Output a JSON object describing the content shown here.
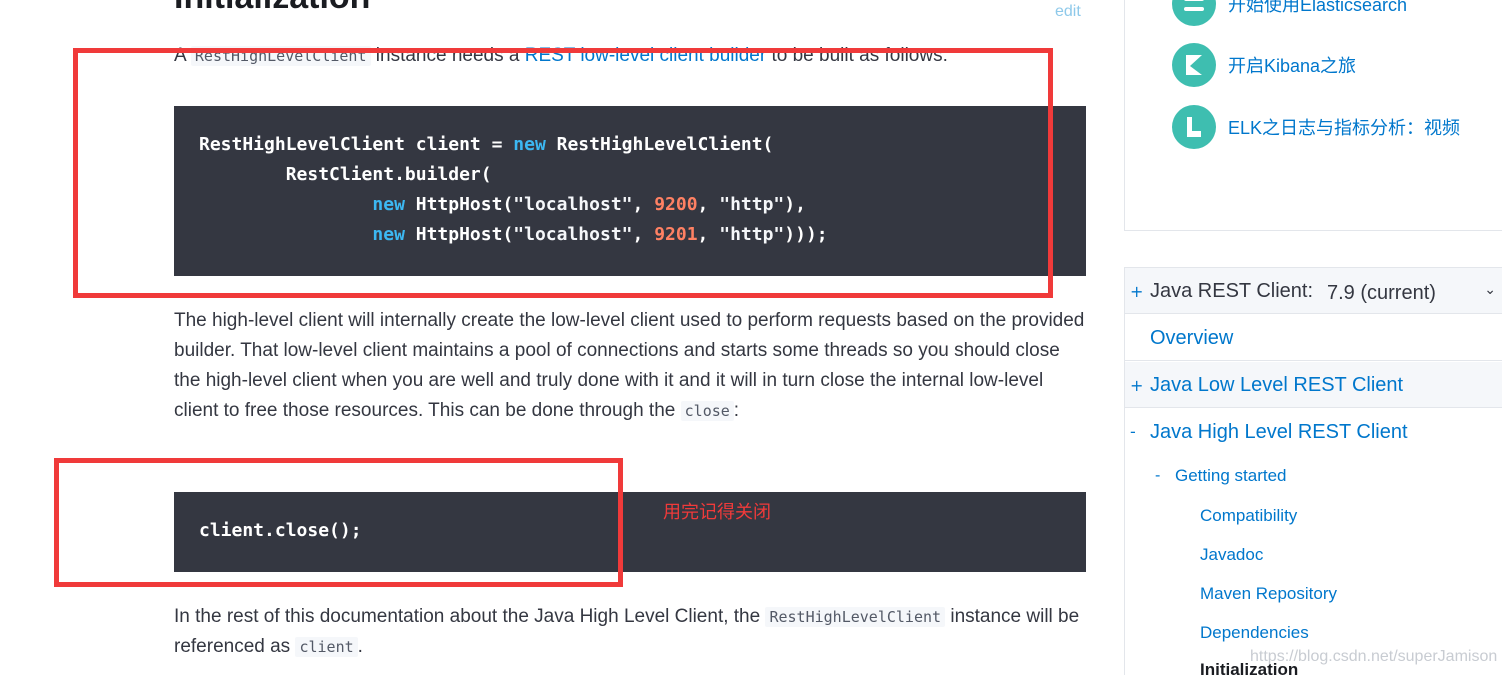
{
  "main": {
    "heading": "Initialization",
    "edit_link": "edit",
    "intro": {
      "prefix": "A ",
      "class_name": "RestHighLevelClient",
      "middle": " instance needs a ",
      "link": "REST low-level client builder",
      "suffix": " to be built as follows:"
    },
    "code_block_1": {
      "line1": {
        "t1": "RestHighLevelClient client = ",
        "kw": "new",
        "t2": " RestHighLevelClient("
      },
      "line2": {
        "t1": "        RestClient.builder("
      },
      "line3": {
        "kw": "new",
        "t1": " HttpHost(",
        "s1": "\"localhost\"",
        "t2": ", ",
        "n1": "9200",
        "t3": ", ",
        "s2": "\"http\"",
        "t4": "),"
      },
      "line4": {
        "kw": "new",
        "t1": " HttpHost(",
        "s1": "\"localhost\"",
        "t2": ", ",
        "n1": "9201",
        "t3": ", ",
        "s2": "\"http\"",
        "t4": ")));"
      }
    },
    "paragraph_close": {
      "text": "The high-level client will internally create the low-level client used to perform requests based on the provided builder. That low-level client maintains a pool of connections and starts some threads so you should close the high-level client when you are well and truly done with it and it will in turn close the internal low-level client to free those resources. This can be done through the ",
      "code": "close",
      "suffix": ":"
    },
    "code_block_2": "client.close();",
    "paragraph_rest": {
      "prefix": "In the rest of this documentation about the Java High Level Client, the ",
      "code1": "RestHighLevelClient",
      "middle": " instance will be referenced as ",
      "code2": "client",
      "suffix": "."
    }
  },
  "annotation": {
    "note": "用完记得关闭",
    "color": "#f03a3a"
  },
  "watermark": "https://blog.csdn.net/superJamison",
  "sidebar": {
    "promo_items": [
      {
        "label": "开始使用Elasticsearch",
        "icon": "elasticsearch-icon"
      },
      {
        "label": "开启Kibana之旅",
        "icon": "kibana-icon"
      },
      {
        "label": "ELK之日志与指标分析：视频",
        "icon": "logs-icon"
      }
    ],
    "toc": {
      "version_label": "Java REST Client:",
      "version_value": "7.9 (current)",
      "overview": "Overview",
      "low_level": "Java Low Level REST Client",
      "high_level": "Java High Level REST Client",
      "getting_started": "Getting started",
      "leaves": [
        "Compatibility",
        "Javadoc",
        "Maven Repository",
        "Dependencies",
        "Initialization"
      ],
      "expand_sign": "+",
      "collapse_sign": "-"
    }
  },
  "colors": {
    "code_bg": "#343741",
    "keyword": "#3cb8f2",
    "number": "#ff8163",
    "link": "#0077cc",
    "icon_bg": "#3ebeb0"
  }
}
